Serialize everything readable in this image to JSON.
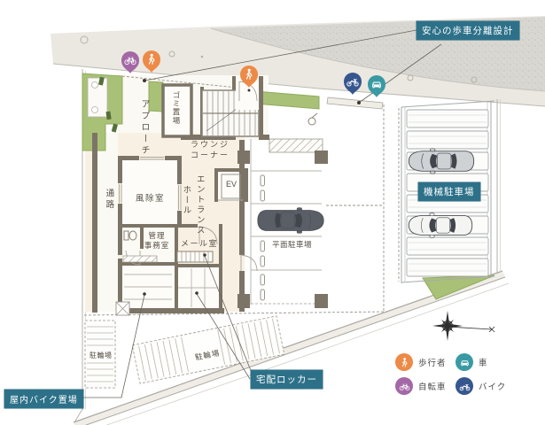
{
  "callouts": {
    "separation": "安心の歩車分離設計",
    "mechanical_parking": "機械駐車場",
    "delivery_locker": "宅配ロッカー",
    "indoor_bike_storage": "屋内バイク置場"
  },
  "rooms": {
    "approach": "アプローチ",
    "garbage": "ゴミ置場",
    "lounge_line1": "ラウンジ",
    "lounge_line2": "コーナー",
    "entrance_hall_line1": "エントランス",
    "entrance_hall_line2": "ホール",
    "elevator": "EV",
    "windbreak": "風除室",
    "passage": "通路",
    "office_line1": "管理",
    "office_line2": "事務室",
    "mail_room": "メール室",
    "surface_parking": "平面駐車場",
    "bicycle_parking_left": "駐輪場",
    "bicycle_parking_diagonal": "駐輪場"
  },
  "legend": {
    "items": [
      {
        "label": "歩行者",
        "icon": "pedestrian-icon",
        "color": "#ed8a47"
      },
      {
        "label": "車",
        "icon": "car-icon",
        "color": "#3a9aa3"
      },
      {
        "label": "自転車",
        "icon": "bicycle-icon",
        "color": "#a368a5"
      },
      {
        "label": "バイク",
        "icon": "motorbike-icon",
        "color": "#36568e"
      }
    ]
  },
  "map_pins": [
    {
      "icon": "bicycle-icon",
      "color": "#a368a5"
    },
    {
      "icon": "pedestrian-icon",
      "color": "#ed8a47"
    },
    {
      "icon": "pedestrian-icon",
      "color": "#ed8a47"
    },
    {
      "icon": "motorbike-icon",
      "color": "#36568e"
    },
    {
      "icon": "car-icon",
      "color": "#3a9aa3"
    }
  ],
  "colors": {
    "callout_bg": "#2d7189",
    "wall": "#7c7466",
    "floor_cream": "#f8f1e3",
    "greenery": "#a9c177",
    "road": "#d9d7d1",
    "sidewalk": "#ebe8e1"
  }
}
